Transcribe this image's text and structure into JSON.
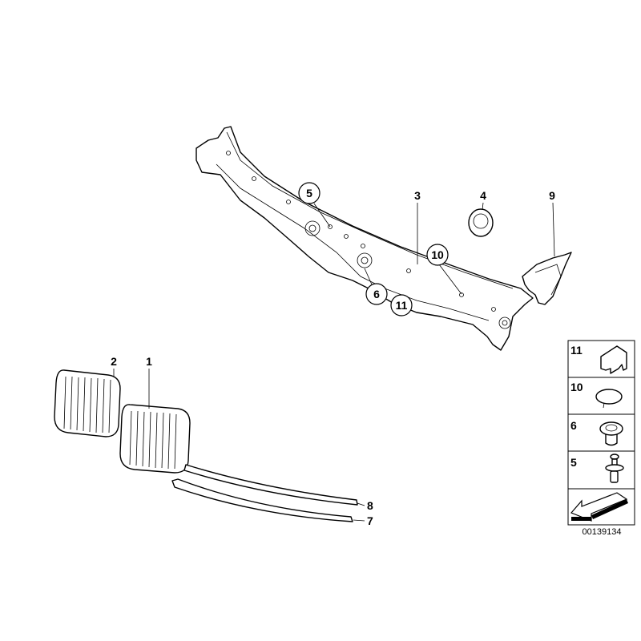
{
  "diagram": {
    "callouts": {
      "p1": "1",
      "p2": "2",
      "p3": "3",
      "p4": "4",
      "p5": "5",
      "p6": "6",
      "p7": "7",
      "p8": "8",
      "p9": "9",
      "p10": "10",
      "p11": "11"
    },
    "legend": {
      "items": [
        {
          "number": "11",
          "icon": "clip-icon"
        },
        {
          "number": "10",
          "icon": "plug-cap-icon"
        },
        {
          "number": "6",
          "icon": "grommet-nut-icon"
        },
        {
          "number": "5",
          "icon": "screw-rivet-icon"
        },
        {
          "number": "",
          "icon": "direction-arrow-icon"
        }
      ]
    },
    "diagram_code": "00139134"
  }
}
